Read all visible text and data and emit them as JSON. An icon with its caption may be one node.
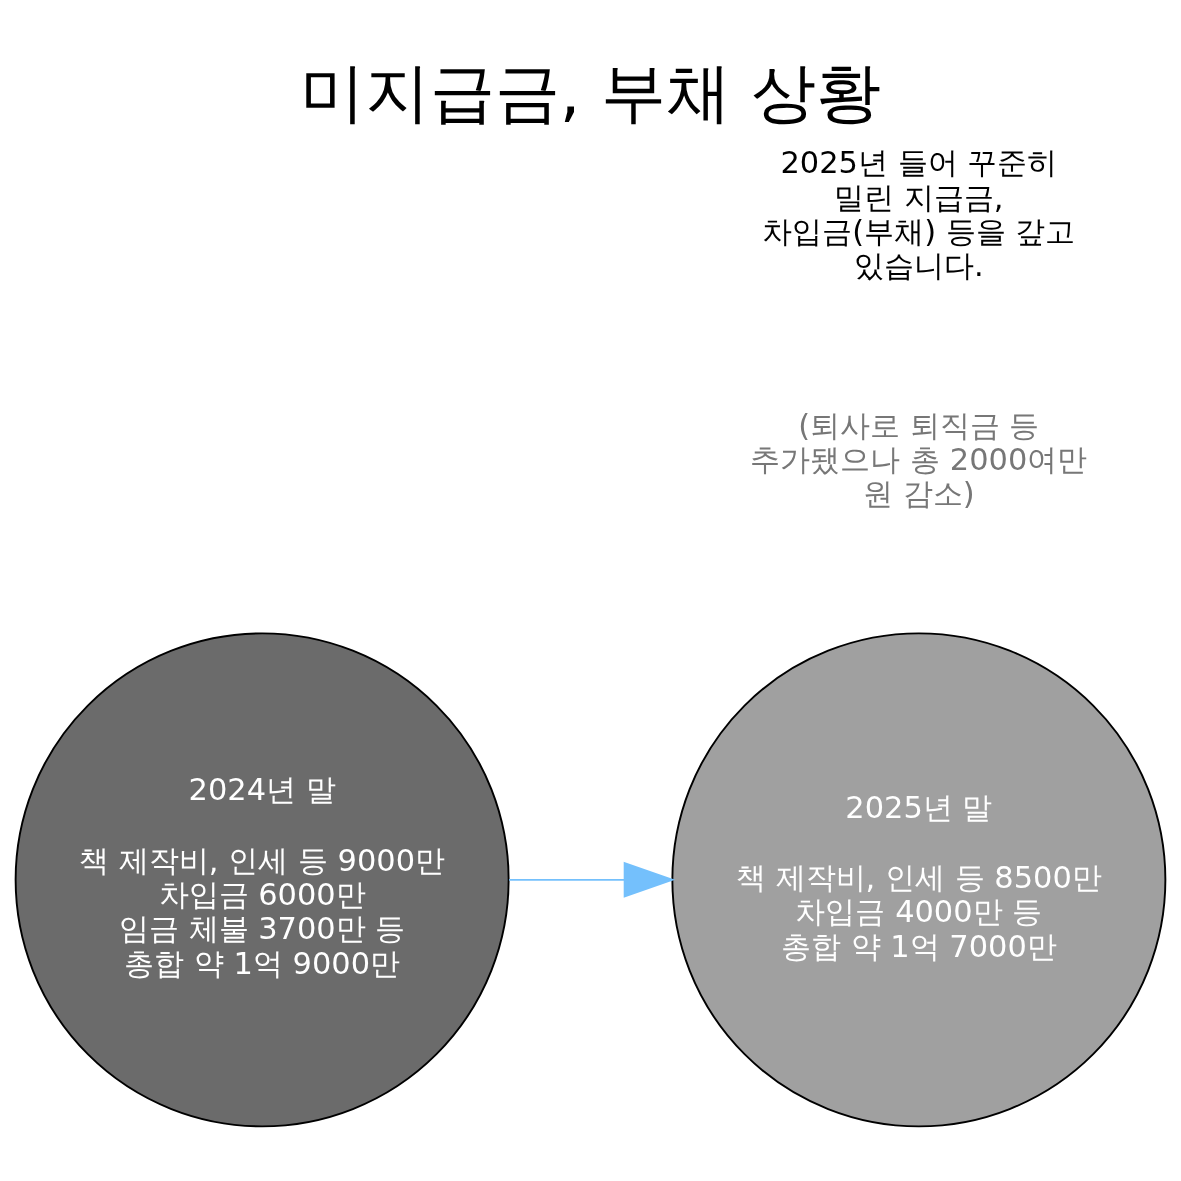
{
  "diagram": {
    "title": "미지급금, 부채 상황",
    "nodes": [
      {
        "text": [
          "2024년 말",
          "책 제작비, 인세 등 9000만",
          "차입금 6000만",
          "임금 체불 3700만 등",
          "총합 약 1억 9000만"
        ]
      },
      {
        "text": [
          "2025년 말",
          "책 제작비, 인세 등 8500만",
          "차입금 4000만 등",
          "총합 약 1억 7000만"
        ]
      }
    ],
    "edges": [
      {
        "from": 0,
        "to": 1,
        "arrow": "to",
        "color": "#74c0fc"
      }
    ],
    "labels": [
      "2025년 들어 꾸준히 밀린 지급금, 차입금(부채) 등을 갚고 있습니다.",
      "(퇴사로 퇴직금 등 추가됐으나 총 2000여만 원 감소)"
    ]
  }
}
